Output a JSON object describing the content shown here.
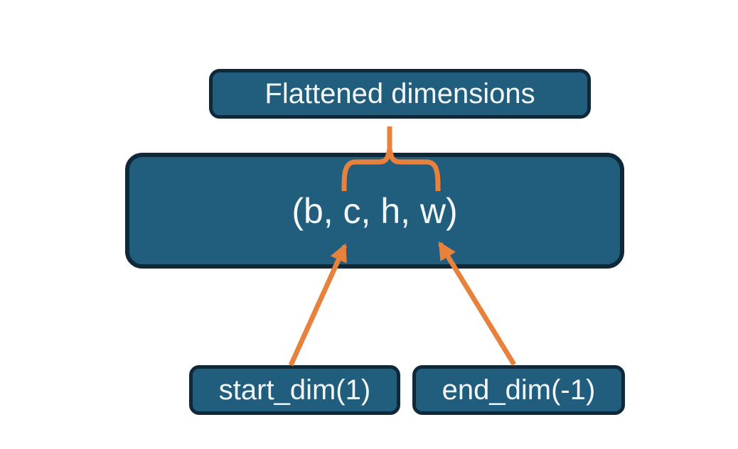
{
  "diagram": {
    "title_context": "Tensor flatten dimensions diagram",
    "nodes": {
      "flattened": {
        "label": "Flattened dimensions"
      },
      "tensor": {
        "label": "(b, c, h, w)"
      },
      "start_dim": {
        "label": "start_dim(1)"
      },
      "end_dim": {
        "label": "end_dim(-1)"
      }
    },
    "connectors": {
      "brace": "curly brace from Flattened dimensions down over (c, h, w) span",
      "arrow_start": "arrow from start_dim(1) to dimension c",
      "arrow_end": "arrow from end_dim(-1) to dimension w"
    },
    "colors": {
      "node_fill": "#215e7e",
      "node_border": "#10293a",
      "node_text": "#f4f7f8",
      "accent": "#e8813b",
      "background": "#ffffff"
    }
  }
}
